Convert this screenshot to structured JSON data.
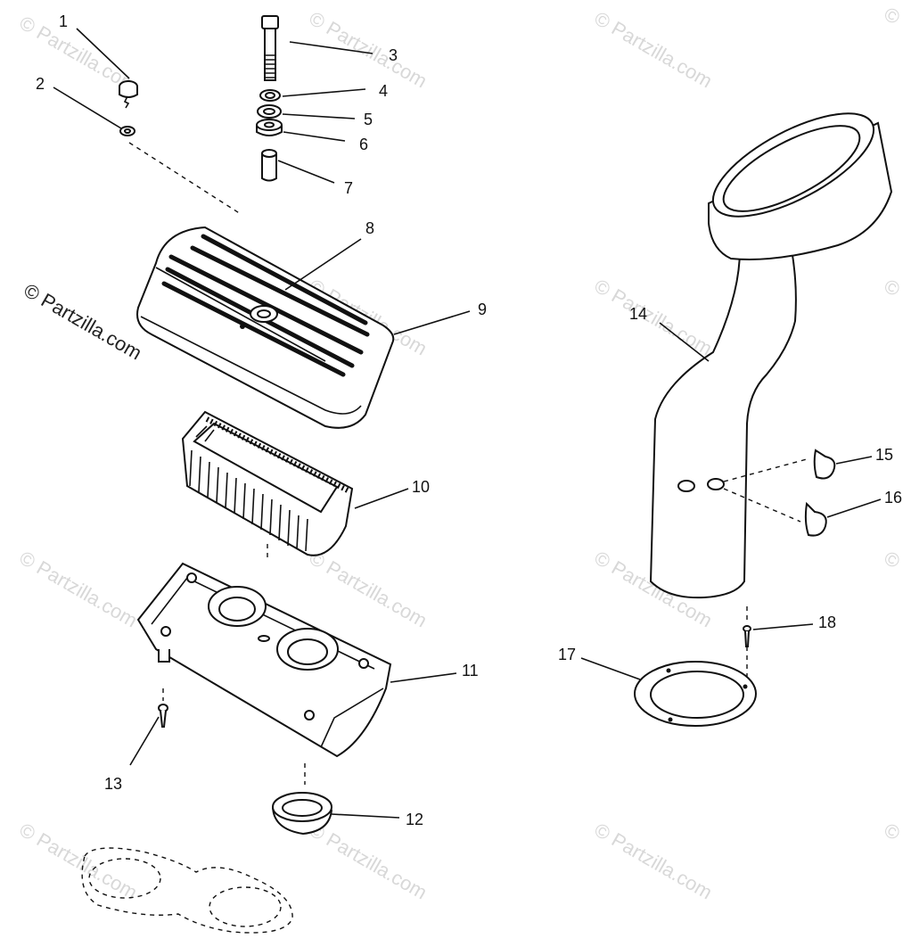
{
  "watermark": {
    "copyright_symbol": "©",
    "text": "Partzilla.com"
  },
  "callouts": {
    "c1": "1",
    "c2": "2",
    "c3": "3",
    "c4": "4",
    "c5": "5",
    "c6": "6",
    "c7": "7",
    "c8": "8",
    "c9": "9",
    "c10": "10",
    "c11": "11",
    "c12": "12",
    "c13": "13",
    "c14": "14",
    "c15": "15",
    "c16": "16",
    "c17": "17",
    "c18": "18"
  },
  "colors": {
    "line": "#111111",
    "watermark_faint": "#d8d8d8",
    "background": "#ffffff"
  }
}
